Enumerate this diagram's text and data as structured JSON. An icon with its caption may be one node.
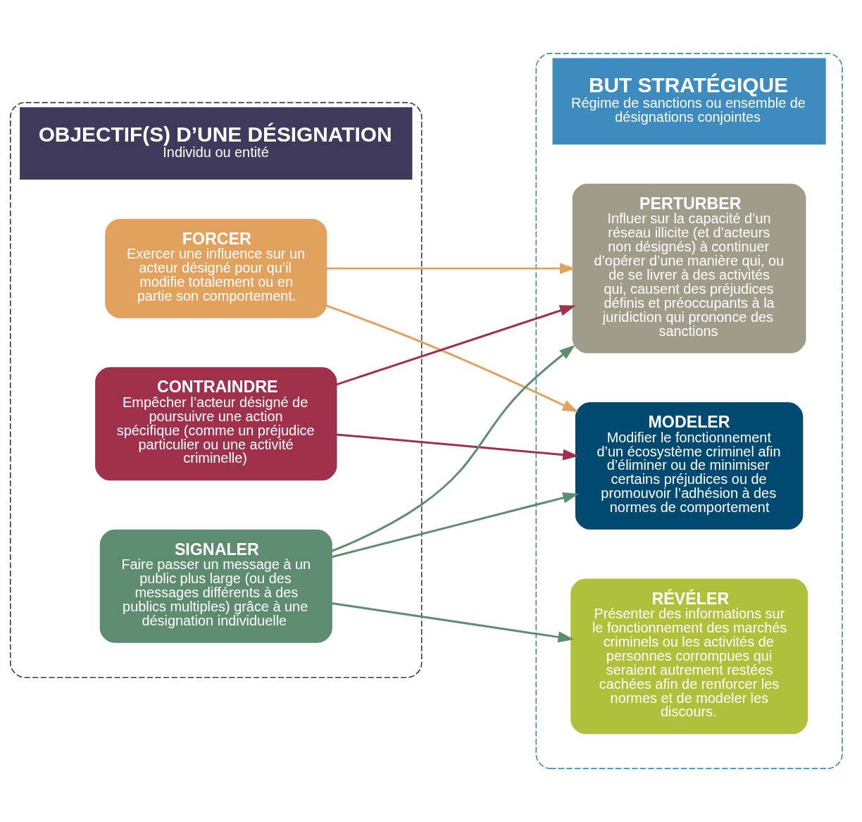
{
  "diagram": {
    "nodes": [
      {
        "text": [
          "OBJECTIF(S) D’UNE DÉSIGNATION",
          "Individu ou entité"
        ]
      },
      {
        "text": [
          "FORCER",
          "Exercer une influence sur un acteur désigné pour qu’il modifie totalement ou en partie son comportement."
        ],
        "in": 0
      },
      {
        "text": [
          "CONTRAINDRE",
          "Empêcher l’acteur désigné de poursuivre une action spécifique (comme un préjudice particulier ou une activité criminelle)"
        ],
        "in": 0
      },
      {
        "text": [
          "SIGNALER",
          "Faire passer un message à un public plus large (ou des messages différents à des publics multiples) grâce à une désignation individuelle"
        ],
        "in": 0
      },
      {
        "text": [
          "BUT STRATÉGIQUE",
          "Régime de sanctions ou ensemble de désignations conjointes"
        ]
      },
      {
        "text": [
          "PERTURBER",
          "Influer sur la capacité d’un réseau illicite (et d’acteurs non désignés) à continuer d’opérer d’une manière qui, ou de se livrer à des activités qui, causent des préjudices définis et préoccupants à la juridiction qui prononce des sanctions"
        ],
        "in": 4
      },
      {
        "text": [
          "MODELER",
          "Modifier le fonctionnement d’un écosystème criminel afin d’éliminer ou de minimiser certains préjudices ou de promouvoir l’adhésion à des normes de comportement"
        ],
        "in": 4
      },
      {
        "text": [
          "RÉVÉLER",
          "Présenter des informations sur le fonctionnement des marchés criminels ou les activités de personnes corrompues qui seraient autrement restées cachées afin de renforcer les normes et de modeler les discours."
        ],
        "in": 4
      }
    ],
    "edges": [
      {
        "from": 1,
        "to": 5,
        "arrow": "to",
        "color": "#e3a15e"
      },
      {
        "from": 1,
        "to": 6,
        "arrow": "to",
        "color": "#e3a15e"
      },
      {
        "from": 2,
        "to": 5,
        "arrow": "to",
        "color": "#a0314b"
      },
      {
        "from": 2,
        "to": 6,
        "arrow": "to",
        "color": "#a0314b"
      },
      {
        "from": 3,
        "to": 5,
        "arrow": "to",
        "color": "#5e8c6f"
      },
      {
        "from": 3,
        "to": 6,
        "arrow": "to",
        "color": "#5e8c6f"
      },
      {
        "from": 3,
        "to": 7,
        "arrow": "to",
        "color": "#5e8c6f"
      }
    ]
  }
}
